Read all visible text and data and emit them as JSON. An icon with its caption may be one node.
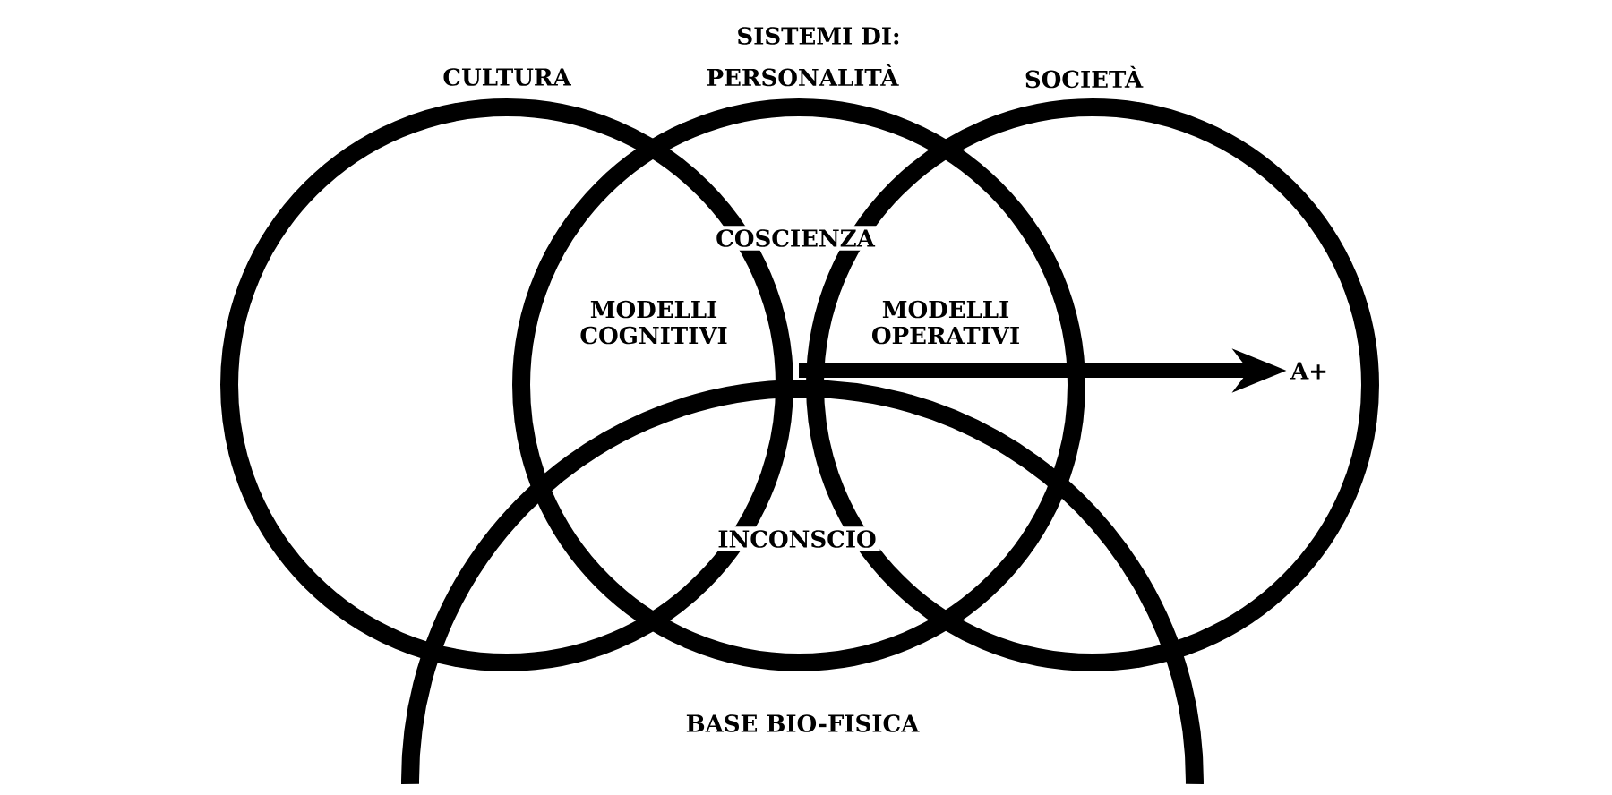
{
  "diagram": {
    "nodes": [
      {
        "text": [
          "CULTURA"
        ]
      },
      {
        "text": [
          "PERSONALITÀ"
        ]
      },
      {
        "text": [
          "SOCIETÀ"
        ]
      },
      {
        "text": [
          "BASE BIO-FISICA"
        ]
      },
      {
        "text": [
          "A+"
        ],
        "in": 2
      }
    ],
    "edges": [
      {
        "from": 1,
        "to": 4,
        "arrow": "to"
      }
    ],
    "labels": [
      "SISTEMI DI:",
      "COSCIENZA",
      "MODELLI COGNITIVI",
      "MODELLI OPERATIVI",
      "INCONSCIO"
    ]
  }
}
